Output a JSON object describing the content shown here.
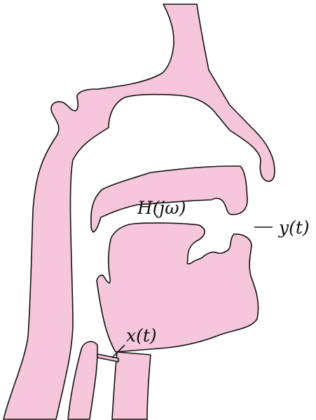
{
  "colors": {
    "tissue": "#f6c6da",
    "outline": "#111111",
    "background": "#ffffff"
  },
  "labels": {
    "transfer_function": "H(jω)",
    "input_signal": "x(t)",
    "output_signal": "y(t)"
  }
}
